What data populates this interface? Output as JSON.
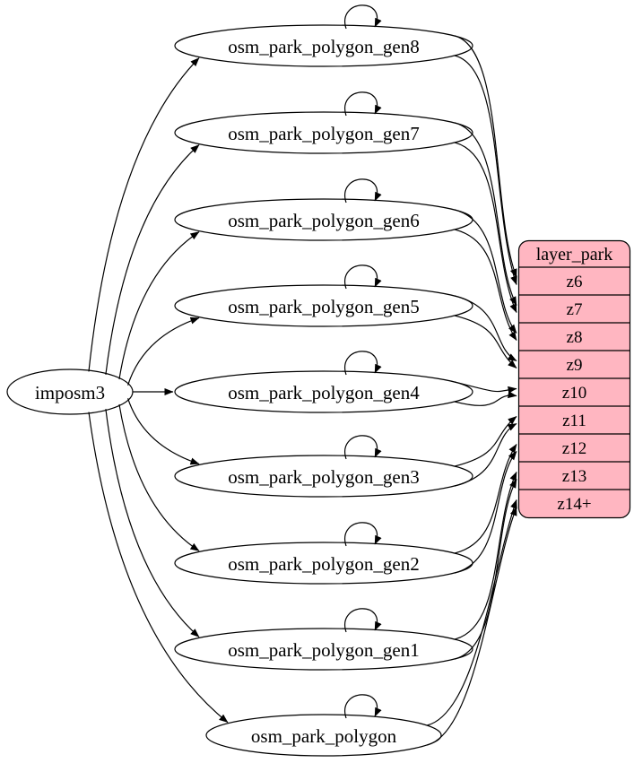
{
  "diagram": {
    "colors": {
      "record_fill": "#ffb6c1",
      "node_fill": "#ffffff",
      "stroke": "#000000",
      "text": "#000000",
      "background": "#ffffff"
    },
    "source": {
      "label": "imposm3"
    },
    "tables": [
      {
        "label": "osm_park_polygon_gen8",
        "fed_by": "imposm3",
        "self_loop": true,
        "maps_to": "z6"
      },
      {
        "label": "osm_park_polygon_gen7",
        "fed_by": "imposm3",
        "self_loop": true,
        "maps_to": "z7"
      },
      {
        "label": "osm_park_polygon_gen6",
        "fed_by": "imposm3",
        "self_loop": true,
        "maps_to": "z8"
      },
      {
        "label": "osm_park_polygon_gen5",
        "fed_by": "imposm3",
        "self_loop": true,
        "maps_to": "z9"
      },
      {
        "label": "osm_park_polygon_gen4",
        "fed_by": "imposm3",
        "self_loop": true,
        "maps_to": "z10"
      },
      {
        "label": "osm_park_polygon_gen3",
        "fed_by": "imposm3",
        "self_loop": true,
        "maps_to": "z11"
      },
      {
        "label": "osm_park_polygon_gen2",
        "fed_by": "imposm3",
        "self_loop": true,
        "maps_to": "z12"
      },
      {
        "label": "osm_park_polygon_gen1",
        "fed_by": "imposm3",
        "self_loop": true,
        "maps_to": "z13"
      },
      {
        "label": "osm_park_polygon",
        "fed_by": "imposm3",
        "self_loop": true,
        "maps_to": "z14+"
      }
    ],
    "record": {
      "title": "layer_park",
      "rows": [
        "z6",
        "z7",
        "z8",
        "z9",
        "z10",
        "z11",
        "z12",
        "z13",
        "z14+"
      ]
    }
  }
}
